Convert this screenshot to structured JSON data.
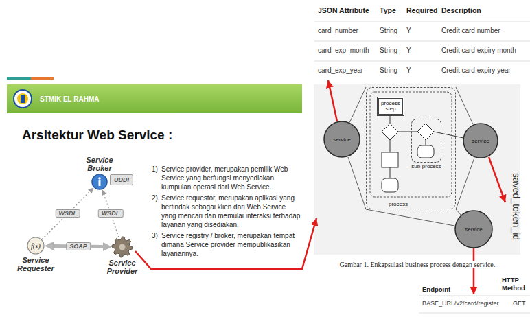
{
  "diagram": {
    "title": "Arsitektur Web Service :",
    "caption": "Gambar 1. Enkapsulasi business process dengan service.",
    "nodes": [
      {
        "text": [
          "STMIK EL RAHMA"
        ]
      },
      {
        "text": [
          "Service Broker"
        ]
      },
      {
        "text": [
          "UDDI"
        ]
      },
      {
        "text": [
          "f(x)",
          "Service Requester"
        ]
      },
      {
        "text": [
          "Service Provider"
        ]
      },
      {
        "text": [
          "process"
        ]
      },
      {
        "text": [
          "process step"
        ],
        "in": 5
      },
      {
        "text": [
          "sub-process"
        ],
        "in": 5
      },
      {
        "text": [
          "service"
        ]
      },
      {
        "text": [
          "service"
        ]
      },
      {
        "text": [
          "service"
        ]
      }
    ],
    "edges": [
      {
        "from": 3,
        "to": 1,
        "arrow": "to",
        "label": "WSDL"
      },
      {
        "from": 4,
        "to": 1,
        "arrow": "to",
        "label": "WSDL"
      },
      {
        "from": 3,
        "to": 4,
        "arrow": "both",
        "label": "SOAP"
      },
      {
        "from": 8,
        "to": 5,
        "arrow": "none"
      },
      {
        "from": 9,
        "to": 5,
        "arrow": "none"
      },
      {
        "from": 10,
        "to": 5,
        "arrow": "none"
      }
    ],
    "labels": [
      "JSON Attribute",
      "Type",
      "Required",
      "Description",
      "card_number",
      "String",
      "Y",
      "Credit card number",
      "card_exp_month",
      "String",
      "Y",
      "Credit card expiry month",
      "card_exp_year",
      "String",
      "Y",
      "Credit card expiry year",
      "1)",
      "Service provider, merupakan pemilik Web Service yang berfungsi menyediakan kumpulan operasi dari Web Service.",
      "2)",
      "Service requestor, merupakan aplikasi yang bertindak sebagai klien dari Web Service yang mencari dan memulai interaksi terhadap layanan yang disediakan.",
      "3)",
      "Service registry / broker, merupakan tempat dimana Service provider mempublikasikan layanannya.",
      "saved_token_id",
      "Endpoint",
      "HTTP Method",
      "BASE_URL/v2/card/register",
      "GET"
    ]
  }
}
